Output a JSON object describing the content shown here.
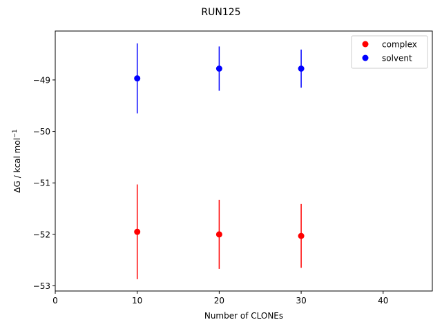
{
  "chart_data": {
    "type": "scatter",
    "title": "RUN125",
    "xlabel": "Number of CLONEs",
    "ylabel_main": "ΔG / kcal mol",
    "ylabel_sup": "−1",
    "xlim": [
      0,
      46
    ],
    "ylim": [
      -53.1,
      -48.05
    ],
    "xticks": [
      0,
      10,
      20,
      30,
      40
    ],
    "yticks": [
      -53,
      -52,
      -51,
      -50,
      -49
    ],
    "ytick_labels": [
      "−53",
      "−52",
      "−51",
      "−50",
      "−49"
    ],
    "grid": false,
    "legend_position": "top-right",
    "series": [
      {
        "name": "complex",
        "color": "#ff0000",
        "x": [
          10,
          20,
          30
        ],
        "y": [
          -51.95,
          -52.0,
          -52.03
        ],
        "yerr": [
          0.92,
          0.67,
          0.62
        ]
      },
      {
        "name": "solvent",
        "color": "#0000ff",
        "x": [
          10,
          20,
          30
        ],
        "y": [
          -48.97,
          -48.78,
          -48.78
        ],
        "yerr": [
          0.68,
          0.43,
          0.37
        ]
      }
    ]
  }
}
